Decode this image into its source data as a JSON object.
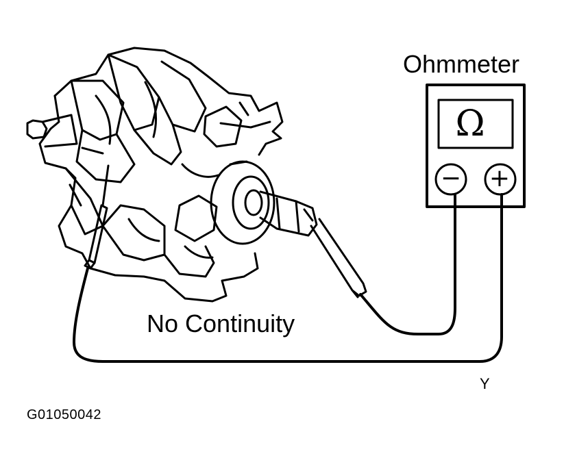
{
  "labels": {
    "meter": "Ohmmeter",
    "result": "No Continuity",
    "wire_color": "Y",
    "figure_code": "G01050042"
  },
  "meter": {
    "display_symbol": "Ω",
    "terminal_negative": "−",
    "terminal_positive": "+"
  },
  "icons": [
    "alternator-rotor-icon",
    "ohmmeter-icon",
    "test-probe-icon"
  ],
  "colors": {
    "line": "#000000",
    "background": "#ffffff"
  }
}
